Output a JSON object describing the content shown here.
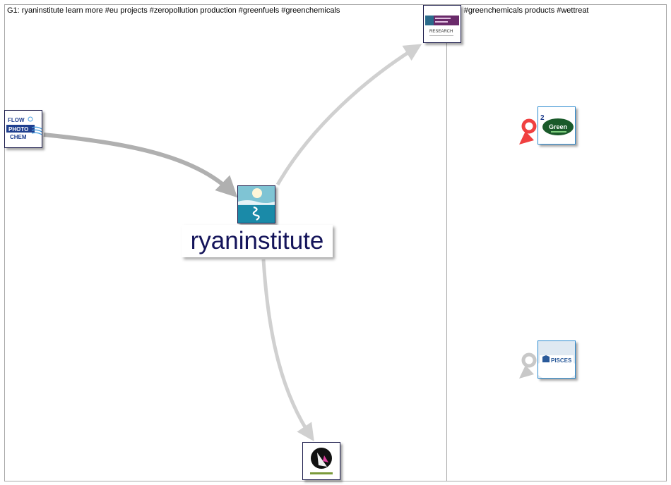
{
  "groups": [
    {
      "id": "G1",
      "label": "G1: ryaninstitute learn more #eu projects #zeropollution production #greenfuels #greenchemicals"
    },
    {
      "id": "G2",
      "label": "G2: #greenchemicals products #wettreat"
    }
  ],
  "center_node": {
    "name": "ryaninstitute"
  },
  "node_logos": {
    "flowphotochem": {
      "line1": "FLOW",
      "line2": "PHOTO",
      "line3": "CHEM"
    },
    "research": {
      "text": "RESEARCH"
    },
    "green": {
      "top": "2",
      "main": "Green"
    },
    "pisces": {
      "text": "PISCES"
    }
  },
  "colors": {
    "border": "#a0a0a0",
    "edge_dark": "#b0b0b0",
    "edge_light": "#d0d0d0",
    "label_text": "#14145a",
    "self_loop_red": "#f04040",
    "self_loop_gray": "#c8c8c8"
  }
}
